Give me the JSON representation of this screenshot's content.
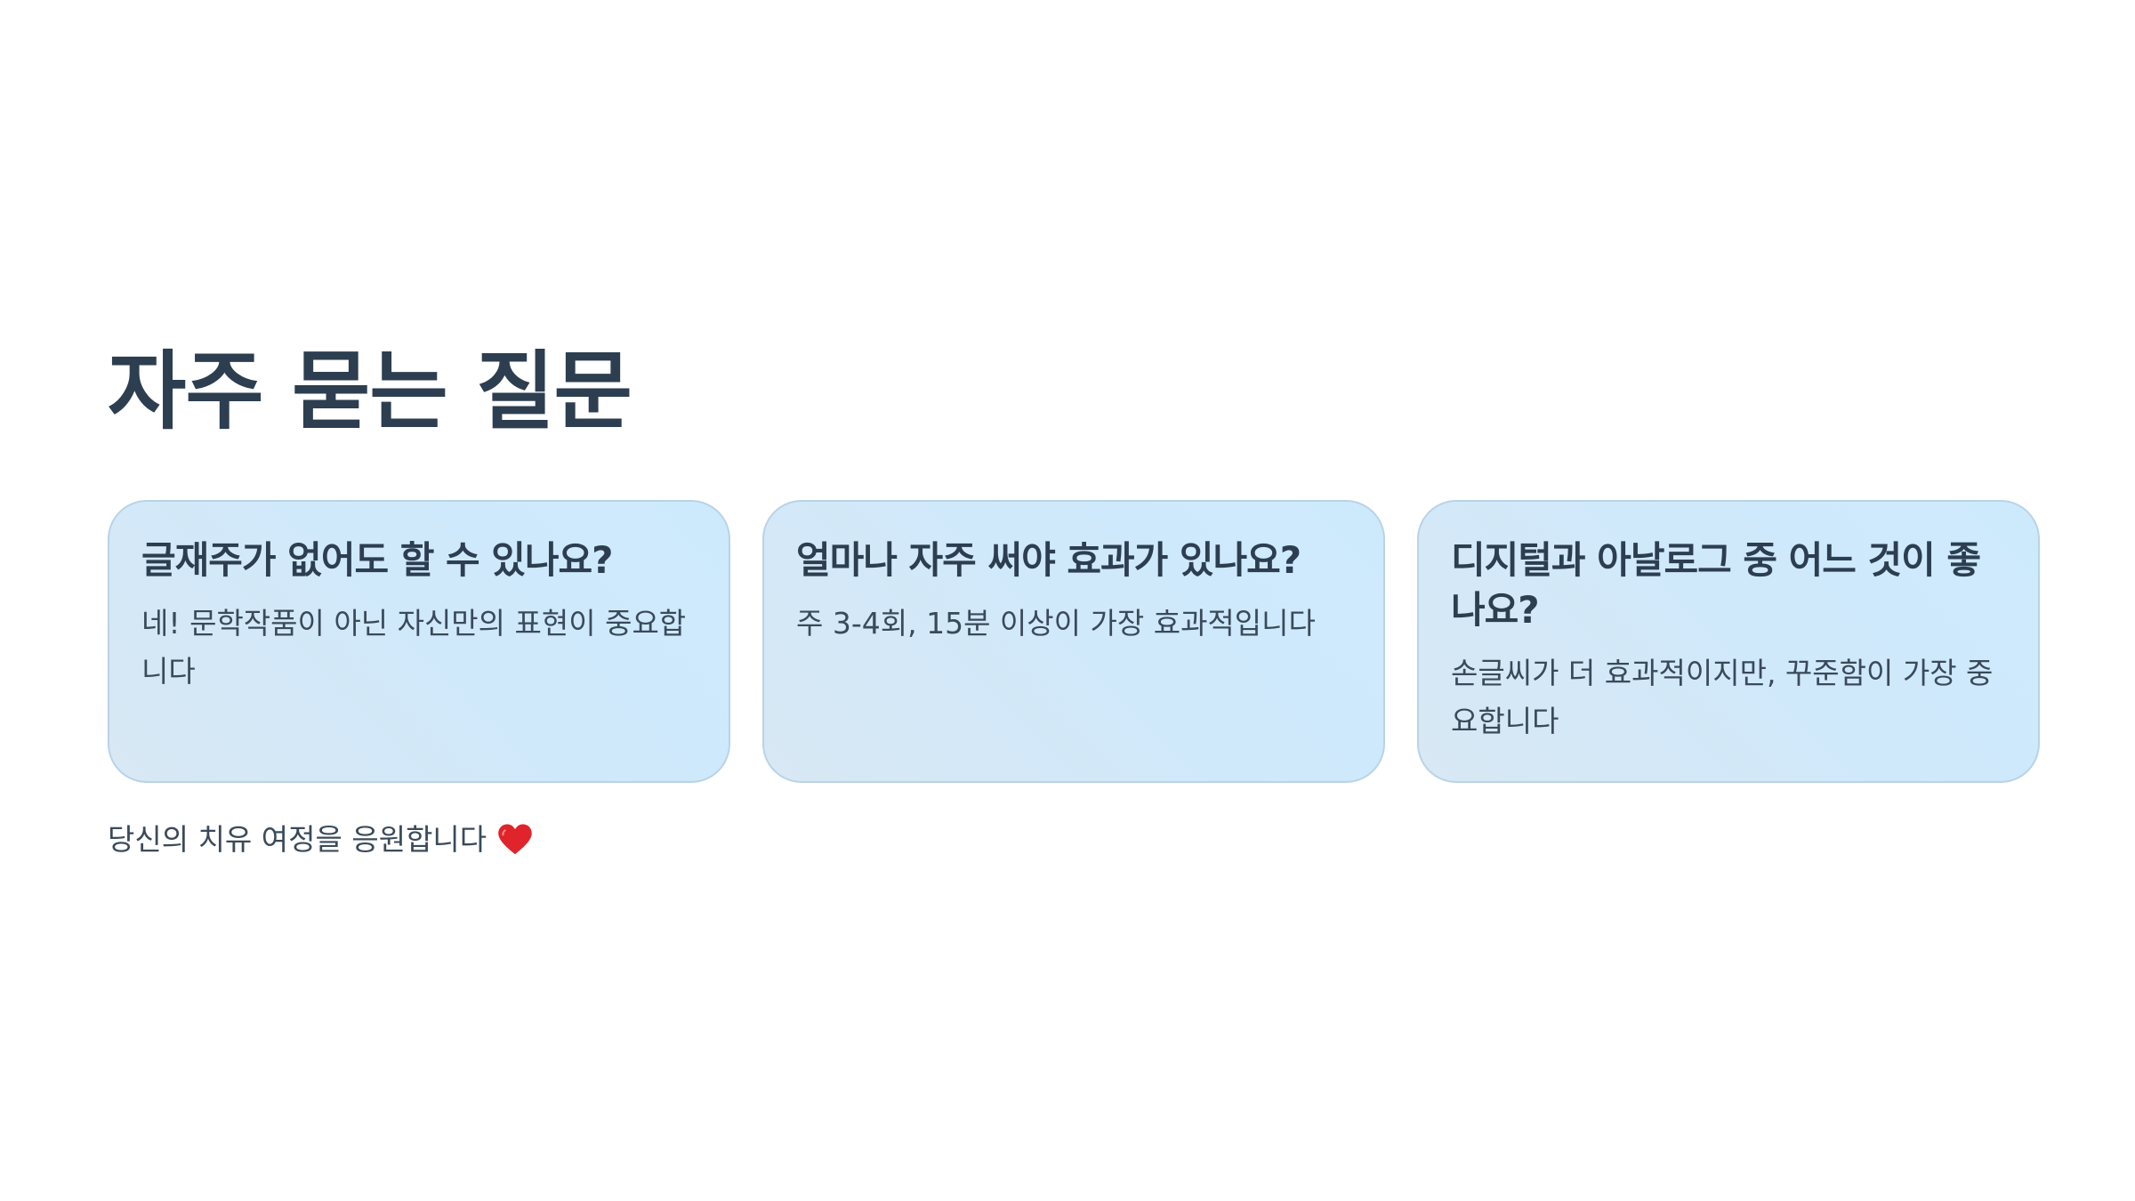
{
  "faq": {
    "title": "자주 묻는 질문",
    "items": [
      {
        "question": "글재주가 없어도 할 수 있나요?",
        "answer": "네! 문학작품이 아닌 자신만의 표현이 중요합니다"
      },
      {
        "question": "얼마나 자주 써야 효과가 있나요?",
        "answer": "주 3-4회, 15분 이상이 가장 효과적입니다"
      },
      {
        "question": "디지털과 아날로그 중 어느 것이 좋나요?",
        "answer": "손글씨가 더 효과적이지만, 꾸준함이 가장 중요합니다"
      }
    ]
  },
  "footer": {
    "message": "당신의 치유 여정을 응원합니다",
    "icon": "heart-icon",
    "icon_color": "#e0242b"
  },
  "colors": {
    "text": "#2c3e50",
    "card_background": "#cfe9fb",
    "card_border": "#b9d3e6"
  }
}
